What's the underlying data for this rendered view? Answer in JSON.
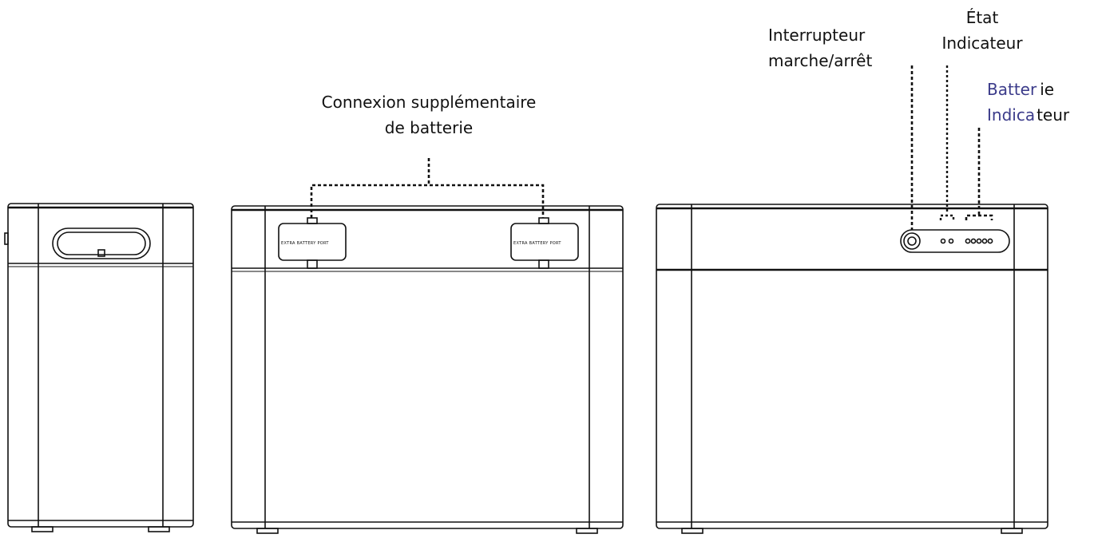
{
  "labels": {
    "extra_connection": {
      "line1": "Connexion supplémentaire",
      "line2": "de batterie"
    },
    "power_switch": {
      "line1": "Interrupteur",
      "line2": "marche/arrêt"
    },
    "state_indicator": {
      "line1": "État",
      "line2": "Indicateur"
    },
    "battery_indicator": {
      "line1a": "Batter",
      "line1b": "ie",
      "line2a": "Indica",
      "line2b": "teur"
    }
  },
  "port_labels": {
    "left": "EXTRA BATTERY PORT",
    "right": "EXTRA BATTERY PORT"
  },
  "battery_led_count": 5,
  "colors": {
    "stroke": "#111111",
    "accent_text": "#3b3b8a"
  }
}
